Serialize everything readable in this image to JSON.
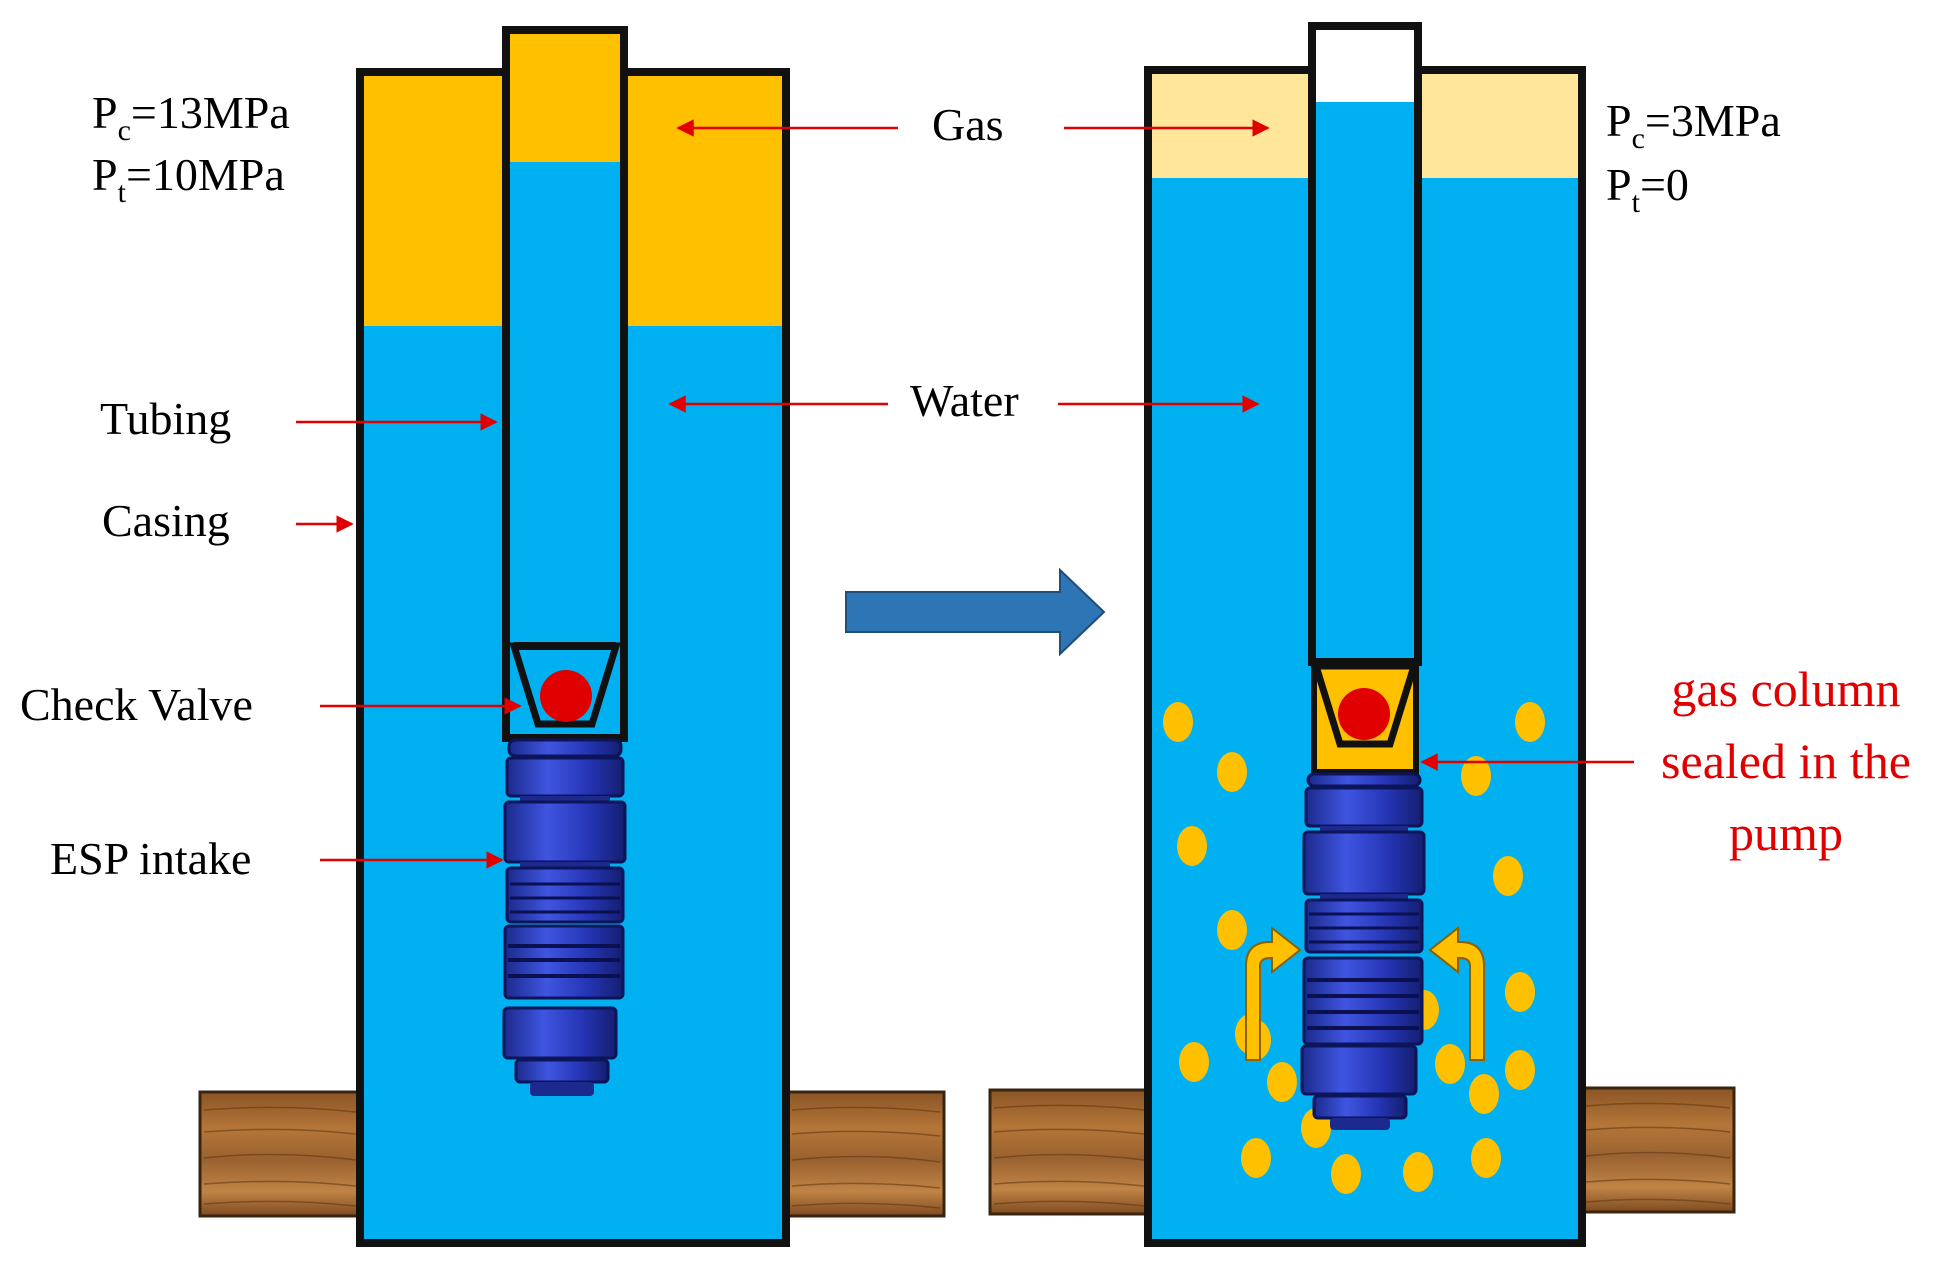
{
  "left_well": {
    "pc": {
      "sym": "P",
      "sub": "c",
      "val": "=13MPa"
    },
    "pt": {
      "sym": "P",
      "sub": "t",
      "val": "=10MPa"
    },
    "labels": {
      "tubing": "Tubing",
      "casing": "Casing",
      "check_valve": "Check Valve",
      "esp_intake": "ESP intake"
    }
  },
  "center_labels": {
    "gas": "Gas",
    "water": "Water"
  },
  "right_well": {
    "pc": {
      "sym": "P",
      "sub": "c",
      "val": "=3MPa"
    },
    "pt": {
      "sym": "P",
      "sub": "t",
      "val": "=0"
    },
    "note_lines": [
      "gas column",
      "sealed in the",
      "pump"
    ]
  },
  "colors": {
    "gas_high_pressure": "#FFC000",
    "gas_low_pressure": "#FFE699",
    "water": "#00B0F0",
    "outline": "#111111",
    "arrow_red": "#E00000",
    "transition_arrow": "#2E75B6",
    "pump_blue": "#2F3FC8",
    "valve_ball": "#E00000",
    "gas_bubble": "#FFC000",
    "note_red": "#E00000",
    "ground_wood": "#A86A32"
  },
  "icons": {
    "transition": "arrow-right-icon",
    "flow": "curved-flow-arrow-icon",
    "ground": "wood-ground-icon"
  }
}
